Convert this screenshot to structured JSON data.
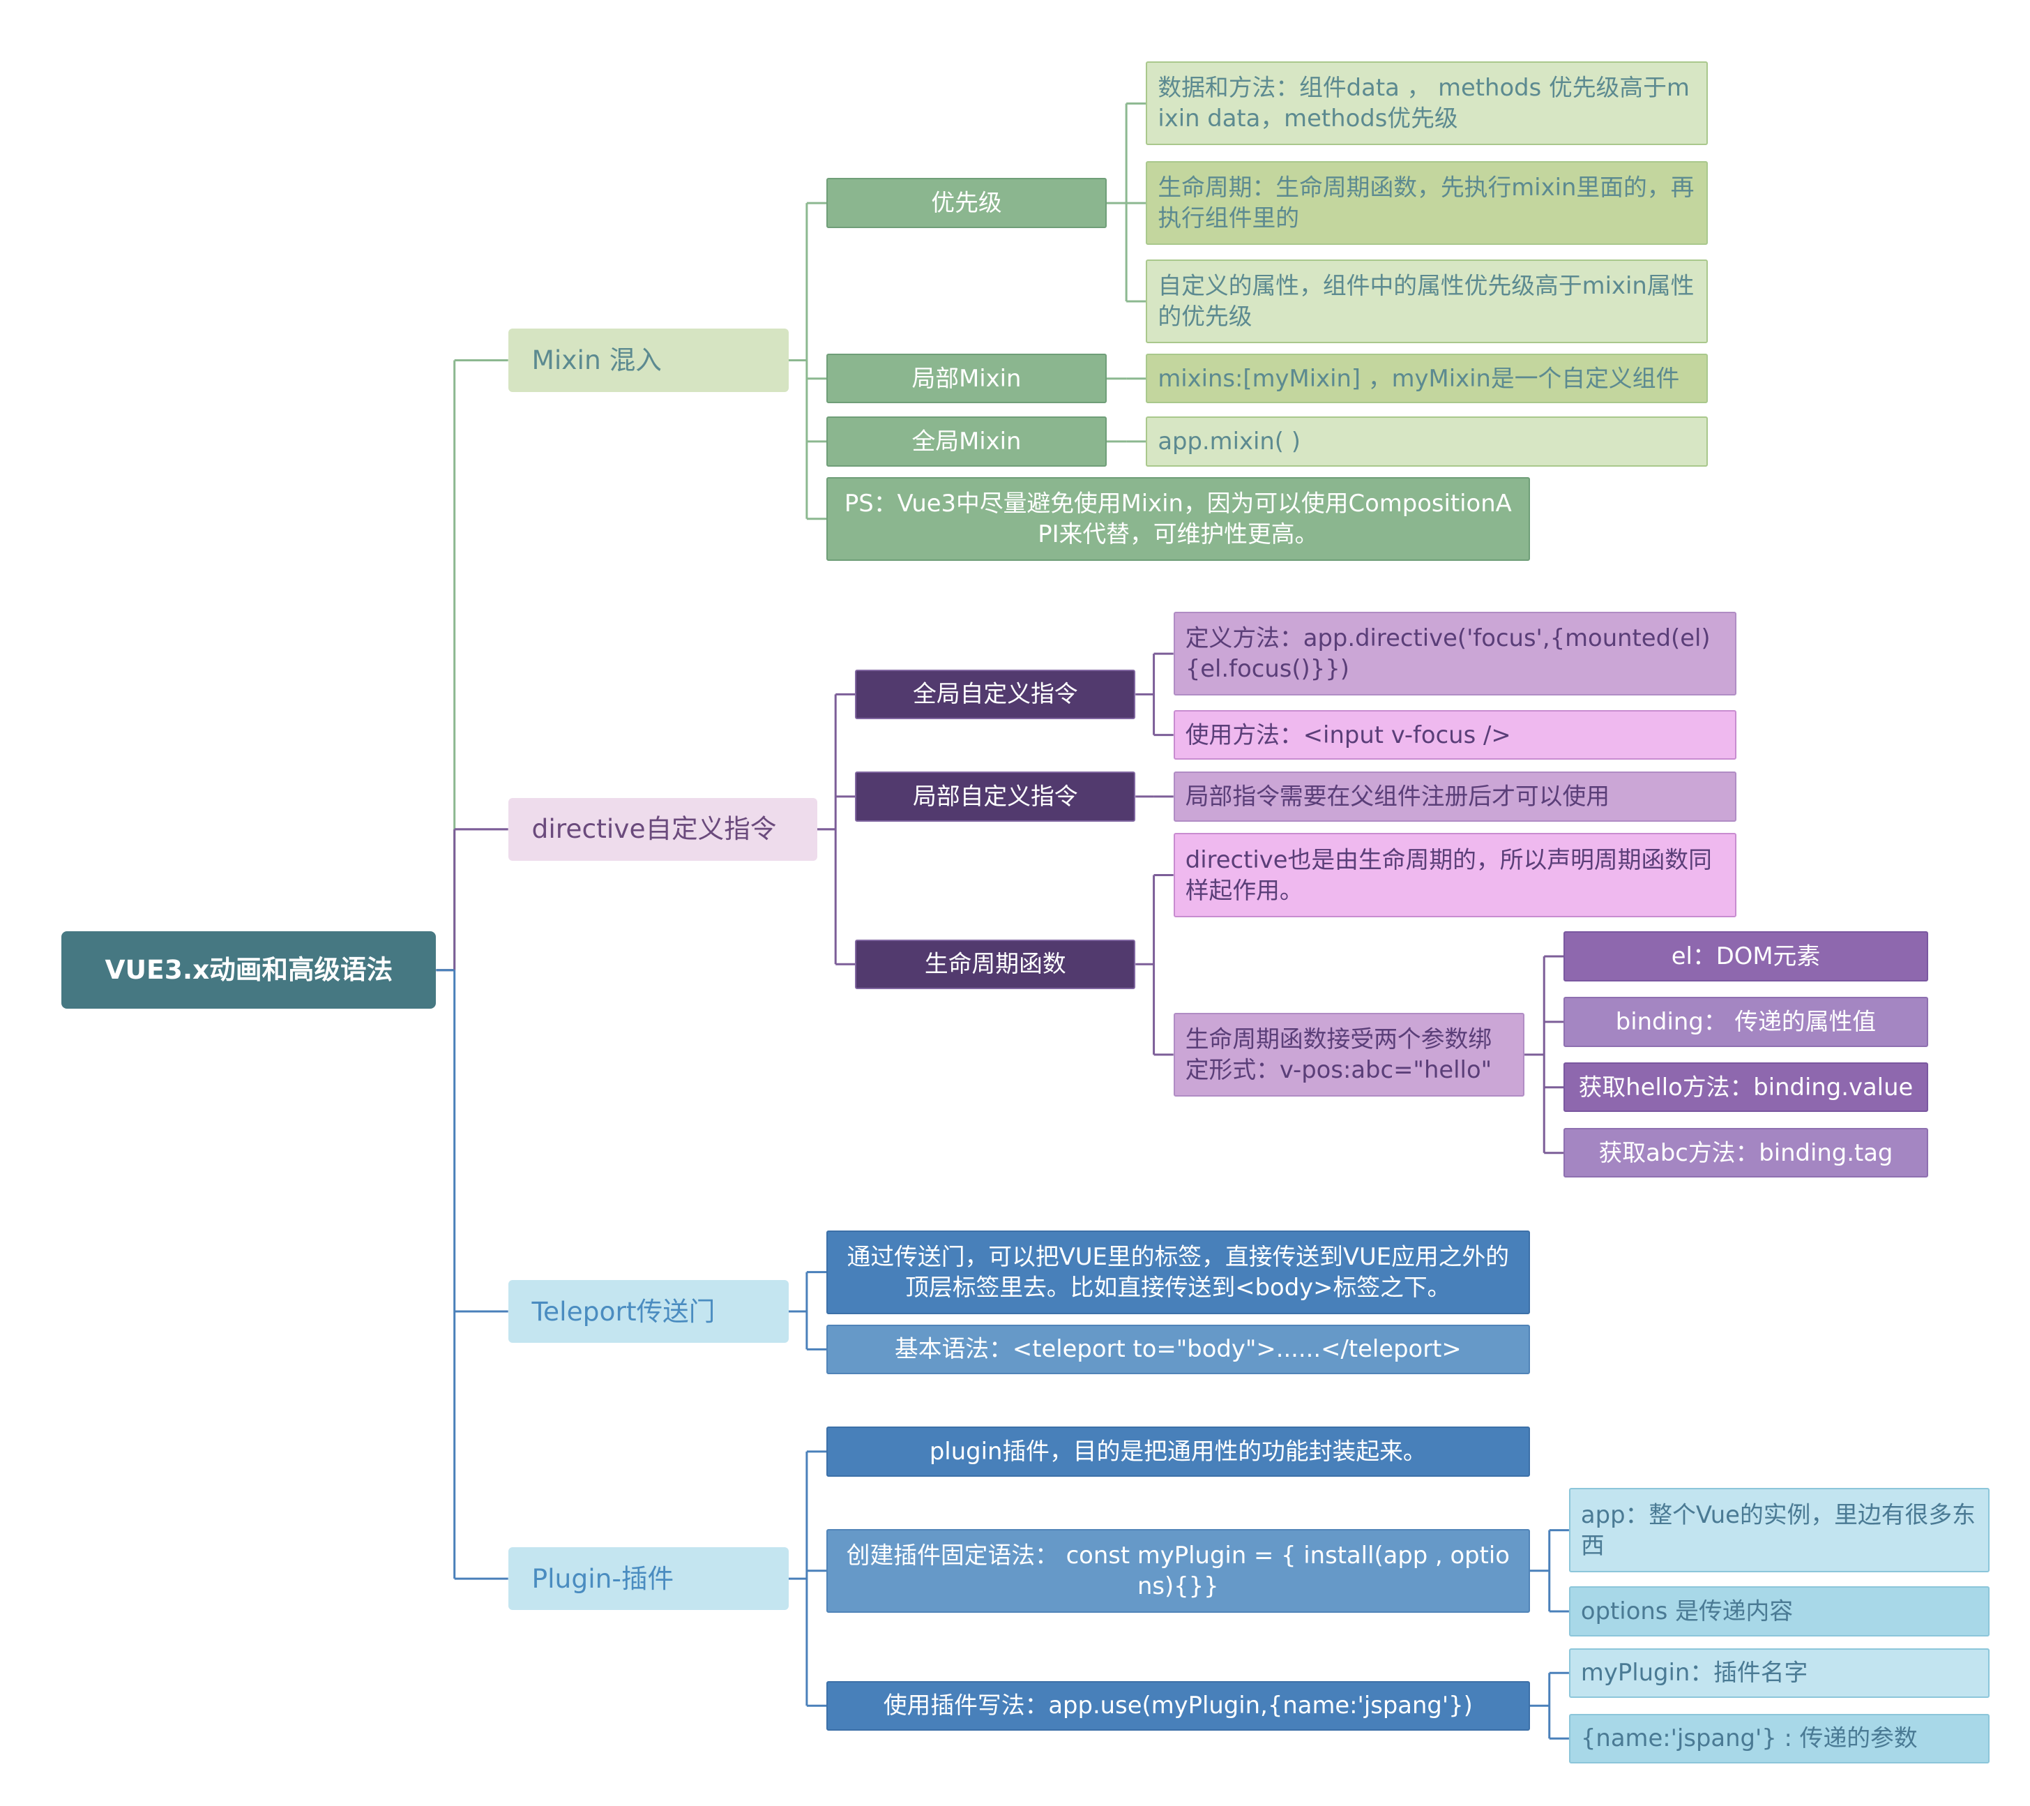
{
  "root": {
    "label": "VUE3.x动画和高级语法"
  },
  "branches": {
    "mixin": {
      "label": "Mixin 混入",
      "priority": "优先级",
      "priority_data": "数据和方法：组件data ， methods 优先级高于mixin data，methods优先级",
      "priority_lifecycle": "生命周期：生命周期函数，先执行mixin里面的，再执行组件里的",
      "priority_custom": "自定义的属性，组件中的属性优先级高于mixin属性的优先级",
      "local": "局部Mixin",
      "local_detail": "mixins:[myMixin] ，myMixin是一个自定义组件",
      "global": "全局Mixin",
      "global_detail": "app.mixin( )",
      "ps": "PS：Vue3中尽量避免使用Mixin，因为可以使用CompositionAPI来代替，可维护性更高。"
    },
    "directive": {
      "label": "directive自定义指令",
      "global": "全局自定义指令",
      "global_define": "定义方法：app.directive('focus',{mounted(el){el.focus()}})",
      "global_use": "使用方法：<input v-focus />",
      "local": "局部自定义指令",
      "local_detail": "局部指令需要在父组件注册后才可以使用",
      "lifecycle": "生命周期函数",
      "lifecycle_desc": "directive也是由生命周期的，所以声明周期函数同样起作用。",
      "lifecycle_params": "生命周期函数接受两个参数绑定形式：v-pos:abc=\"hello\"",
      "param_el": "el：DOM元素",
      "param_binding": "binding： 传递的属性值",
      "param_value": "获取hello方法：binding.value",
      "param_tag": "获取abc方法：binding.tag"
    },
    "teleport": {
      "label": "Teleport传送门",
      "desc": "通过传送门，可以把VUE里的标签，直接传送到VUE应用之外的顶层标签里去。比如直接传送到<body>标签之下。",
      "syntax": "基本语法：<teleport to=\"body\">......</teleport>"
    },
    "plugin": {
      "label": "Plugin-插件",
      "desc": "plugin插件，目的是把通用性的功能封装起来。",
      "create": "创建插件固定语法： const myPlugin = { install(app , options){}}",
      "create_app": "app：整个Vue的实例，里边有很多东西",
      "create_options": "options 是传递内容",
      "use": "使用插件写法：app.use(myPlugin,{name:'jspang'})",
      "use_name": "myPlugin：插件名字",
      "use_params": "{name:'jspang'} : 传递的参数"
    }
  },
  "colors": {
    "root": "#467882",
    "mixin_main": "#d6e4c2",
    "mixin_main_text": "#5c8a90",
    "mixin_sub": "#8bb68f",
    "mixin_light": "#d7e6c4",
    "mixin_mid": "#c3d69e",
    "mixin_text": "#5c8a90",
    "directive_main": "#eedcec",
    "directive_main_text": "#6a4a7c",
    "directive_dark": "#523a6e",
    "directive_mid": "#cba6d6",
    "directive_pink": "#efb9ef",
    "directive_leaf": "#8e68ae",
    "directive_leaf2": "#a486c2",
    "directive_text": "#5a3e78",
    "teleport_main": "#c4e5f0",
    "blue_text": "#4a8cc0",
    "blue_dark": "#4880ba",
    "blue_mid": "#6699c8",
    "blue_light": "#c2e4f0",
    "blue_light2": "#a8d8e8",
    "blue_light_text": "#4a7a94",
    "line_mixin": "#8cb890",
    "line_directive": "#7c5e98",
    "line_blue": "#4a80ba"
  }
}
